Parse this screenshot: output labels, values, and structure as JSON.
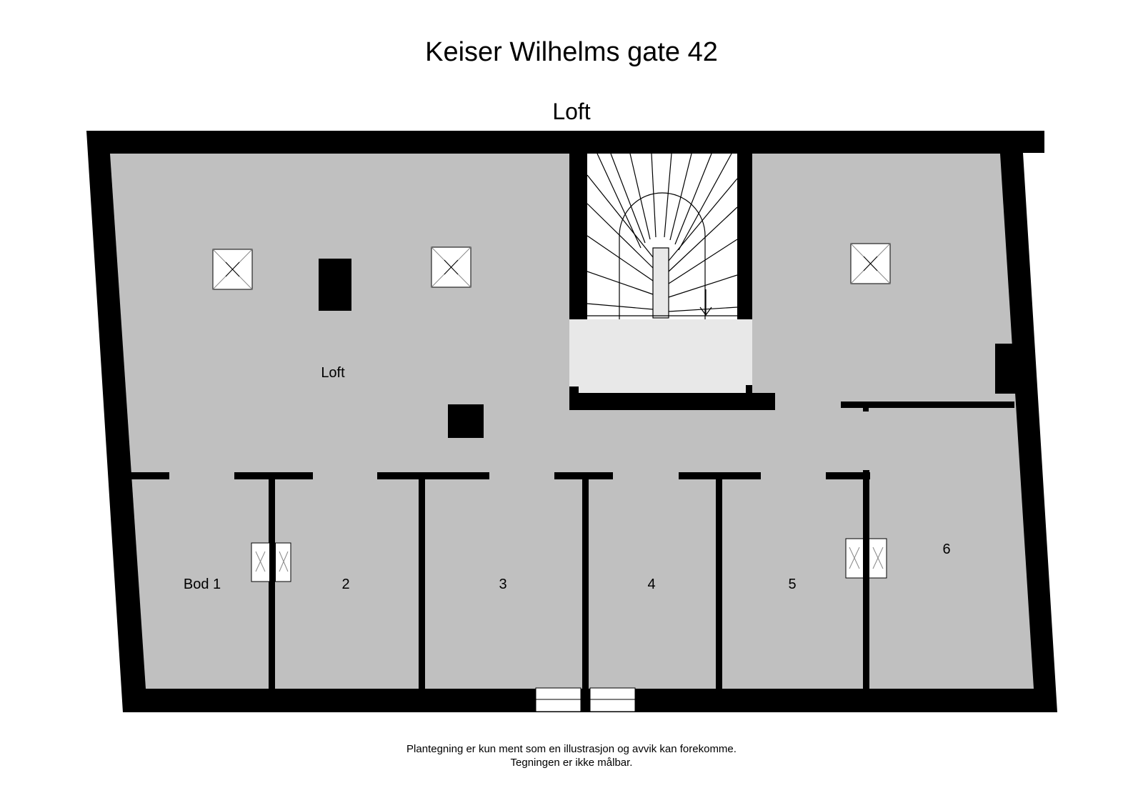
{
  "header": {
    "title": "Keiser Wilhelms gate 42",
    "floor": "Loft"
  },
  "plan": {
    "colors": {
      "wall": "#000000",
      "floor": "#c0c0c0",
      "landing": "#e8e8e8",
      "background": "#ffffff",
      "stair": "#ffffff"
    },
    "rooms": {
      "main_label": "Loft",
      "storage_labels": [
        "Bod 1",
        "2",
        "3",
        "4",
        "5",
        "6"
      ]
    },
    "icons": [
      "skylight-icon",
      "chimney-icon",
      "staircase-icon",
      "stair-direction-arrow-icon",
      "roof-window-icon",
      "entrance-step-icon"
    ]
  },
  "footer": {
    "line1": "Plantegning er kun ment som en illustrasjon og avvik kan forekomme.",
    "line2": "Tegningen er ikke målbar."
  }
}
